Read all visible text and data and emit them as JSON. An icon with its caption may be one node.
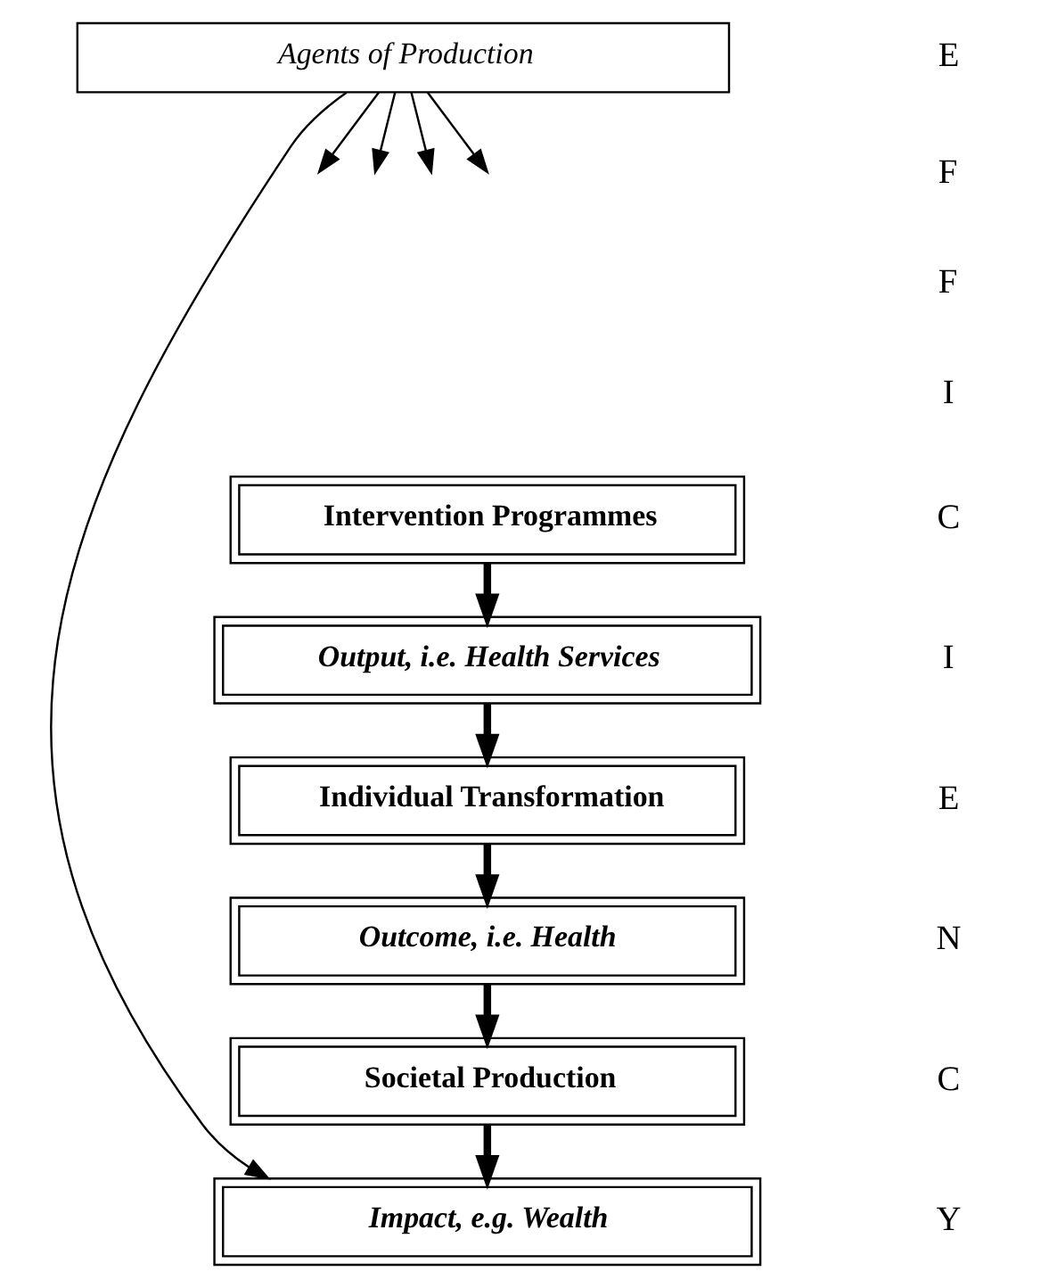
{
  "diagram": {
    "nodes": [
      {
        "text": [
          "Agents of Production"
        ]
      },
      {
        "text": [
          "Intervention Programmes"
        ]
      },
      {
        "text": [
          "Output, i.e. Health Services"
        ]
      },
      {
        "text": [
          "Individual Transformation"
        ]
      },
      {
        "text": [
          "Outcome, i.e. Health"
        ]
      },
      {
        "text": [
          "Societal Production"
        ]
      },
      {
        "text": [
          "Impact, e.g. Wealth"
        ]
      }
    ],
    "edges": [
      {
        "from": 0,
        "to": null,
        "arrow": "to"
      },
      {
        "from": 0,
        "to": null,
        "arrow": "to"
      },
      {
        "from": 0,
        "to": null,
        "arrow": "to"
      },
      {
        "from": 0,
        "to": null,
        "arrow": "to"
      },
      {
        "from": 1,
        "to": 2,
        "arrow": "to",
        "style": "thick"
      },
      {
        "from": 2,
        "to": 3,
        "arrow": "to",
        "style": "thick"
      },
      {
        "from": 3,
        "to": 4,
        "arrow": "to",
        "style": "thick"
      },
      {
        "from": 4,
        "to": 5,
        "arrow": "to",
        "style": "thick"
      },
      {
        "from": 5,
        "to": 6,
        "arrow": "to",
        "style": "thick"
      },
      {
        "from": 0,
        "to": 6,
        "arrow": "to"
      }
    ],
    "labels": [
      "E",
      "F",
      "F",
      "I",
      "C",
      "I",
      "E",
      "N",
      "C",
      "Y"
    ]
  }
}
